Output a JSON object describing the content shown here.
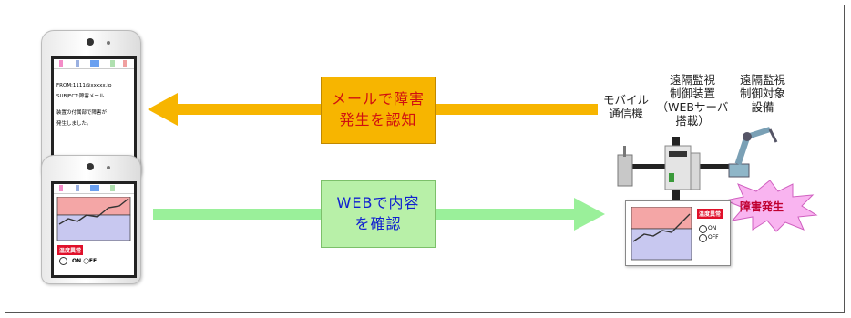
{
  "colors": {
    "orange_arrow": "#f7b500",
    "green_arrow": "#9af09a",
    "chart_top": "#f4a6a6",
    "chart_bottom": "#c8c8f0",
    "burst": "#f9b4f0",
    "alert_red": "#e0102a"
  },
  "mail_box": {
    "line1": "メールで障害",
    "line2": "発生を認知"
  },
  "web_box": {
    "line1": "WEBで内容",
    "line2": "を確認"
  },
  "labels": {
    "mobile": [
      "モバイル",
      "通信機"
    ],
    "controller": [
      "遠隔監視",
      "制御装置",
      "（WEBサーバ",
      "搭載）"
    ],
    "target": [
      "遠隔監視",
      "制御対象",
      "設備"
    ]
  },
  "burst": {
    "text": "障害発生"
  },
  "phone_mail": {
    "from": "FROM:1111@xxxxx.jp",
    "subject": "SUBJECT:障害メール",
    "body1": "装置の付属部で障害が",
    "body2": "発生しました。"
  },
  "phone_web": {
    "alert": "温度異常",
    "toggle": "ON ◯FF"
  },
  "panel": {
    "alert": "温度異常",
    "on": "ON",
    "off": "OFF"
  }
}
